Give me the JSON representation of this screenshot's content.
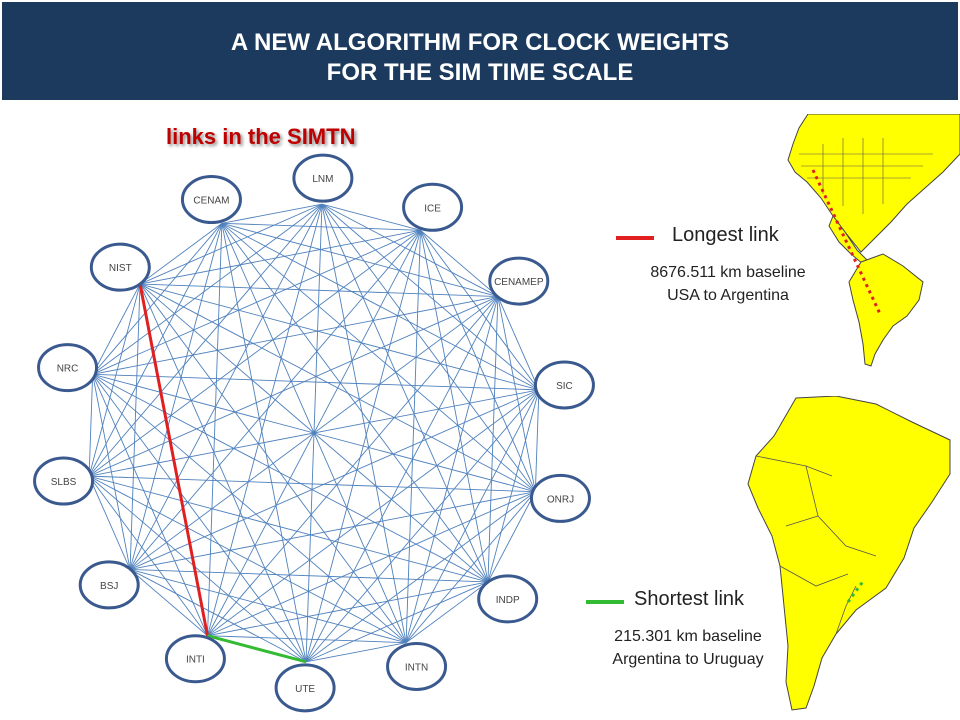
{
  "header": {
    "title_line1": "A NEW ALGORITHM FOR CLOCK WEIGHTS",
    "title_line2": "FOR THE SIM TIME SCALE"
  },
  "subtitle": "links in the SIMTN",
  "colors": {
    "header_bg": "#1c3a5e",
    "edge": "#4f81bd",
    "node_border": "#3a5a8f",
    "longest": "#e02020",
    "shortest": "#33bb33",
    "map_land": "#ffff00"
  },
  "nodes": [
    "LNM",
    "ICE",
    "CENAMEP",
    "SIC",
    "ONRJ",
    "INDP",
    "INTN",
    "UTE",
    "INTI",
    "BSJ",
    "SLBS",
    "NRC",
    "NIST",
    "CENAM"
  ],
  "highlight_links": {
    "longest": [
      "NIST",
      "INTI"
    ],
    "shortest": [
      "INTI",
      "UTE"
    ]
  },
  "longest": {
    "label": "Longest link",
    "line1": "8676.511 km baseline",
    "line2": "USA to Argentina"
  },
  "shortest": {
    "label": "Shortest link",
    "line1": "215.301 km baseline",
    "line2": "Argentina to Uruguay"
  }
}
